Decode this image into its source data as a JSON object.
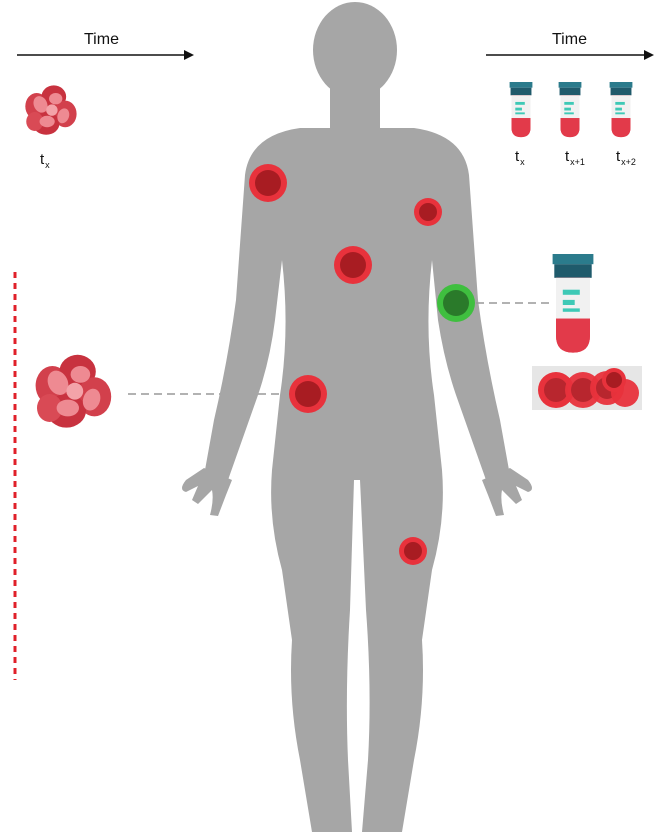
{
  "left_panel": {
    "time_label": "Time",
    "sample_label": {
      "main": "t",
      "sub": "x"
    }
  },
  "right_panel": {
    "time_label": "Time",
    "tube_labels": [
      {
        "main": "t",
        "sub": "x"
      },
      {
        "main": "t",
        "sub": "x+1"
      },
      {
        "main": "t",
        "sub": "x+2"
      }
    ]
  },
  "colors": {
    "body": "#a6a6a6",
    "lesion_red": "#e8323c",
    "lesion_dark": "#a81c22",
    "lesion_green": "#3fbf3f",
    "tube_cap": "#1f5a6b",
    "tube_cap_top": "#2b7b8c",
    "tube_body": "#e23a4a",
    "tube_label": "#3ec9b6",
    "dotted_line": "#e0202a",
    "cell_pink": "#e9707c",
    "cell_red": "#c8323f"
  },
  "icons": [
    "tissue-biopsy-icon",
    "blood-tube-icon",
    "circulating-cells-icon",
    "body-silhouette-icon"
  ]
}
